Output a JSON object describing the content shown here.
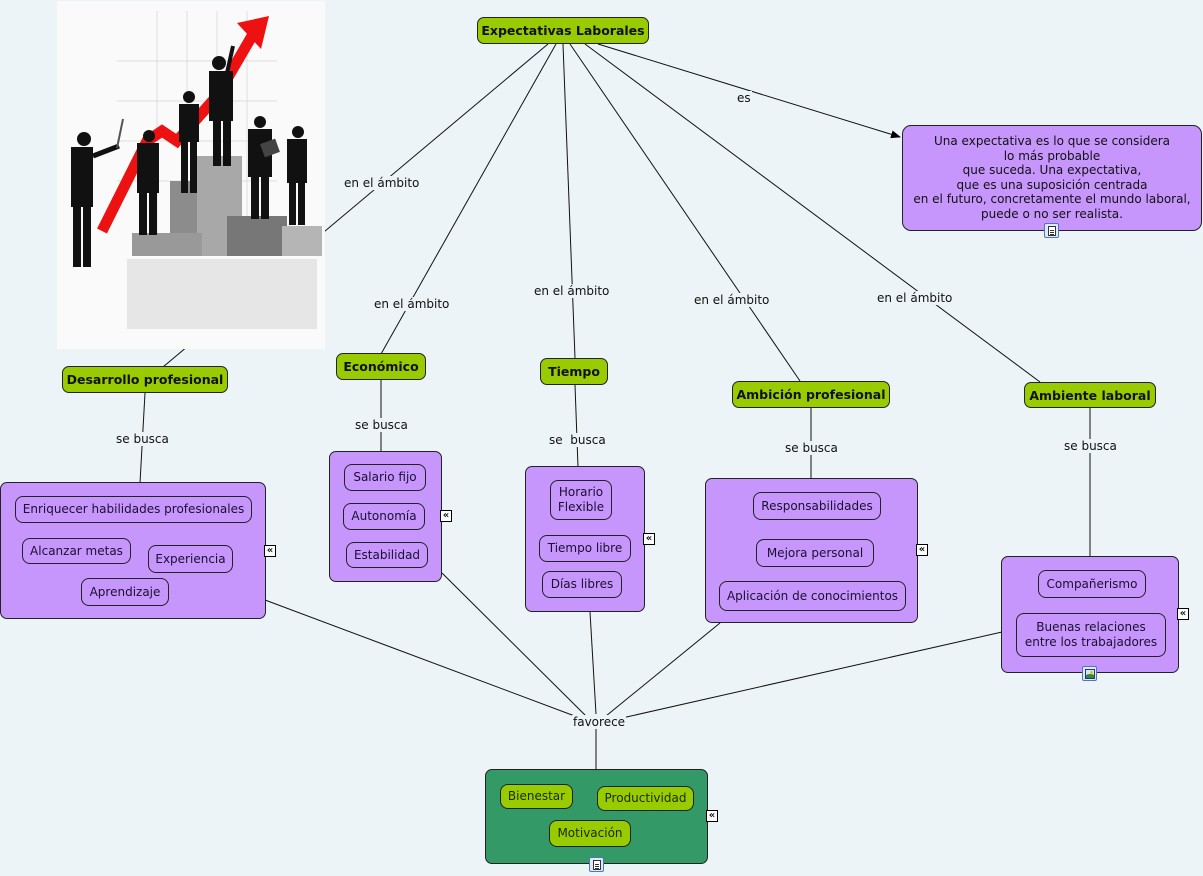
{
  "root": {
    "label": "Expectativas Laborales"
  },
  "definition": {
    "link_label": "es",
    "lines": [
      "Una expectativa es lo que se considera",
      "lo más probable",
      "que suceda. Una expectativa,",
      "que es una suposición centrada",
      "en el futuro, concretamente el mundo laboral,",
      "puede o no ser realista."
    ],
    "resource_icon": "document-icon"
  },
  "image_resource": {
    "description": "business people silhouettes with rising red arrow"
  },
  "scope_link_label": "en el ámbito",
  "search_link_label": "se busca",
  "domains": [
    {
      "label": "Desarrollo profesional",
      "search_label": "se busca",
      "items": [
        "Enriquecer habilidades profesionales",
        "Alcanzar metas",
        "Experiencia",
        "Aprendizaje"
      ]
    },
    {
      "label": "Económico",
      "search_label": "se busca",
      "items": [
        "Salario fijo",
        "Autonomía",
        "Estabilidad"
      ]
    },
    {
      "label": "Tiempo",
      "search_label": "se  busca",
      "items": [
        "Horario\nFlexible",
        "Tiempo libre",
        "Días libres"
      ]
    },
    {
      "label": "Ambición profesional",
      "search_label": "se busca",
      "items": [
        "Responsabilidades",
        "Mejora personal",
        "Aplicación de conocimientos"
      ]
    },
    {
      "label": "Ambiente laboral",
      "search_label": "se busca",
      "items": [
        "Compañerismo",
        "Buenas relaciones\nentre los trabajadores"
      ],
      "resource_icon": "image-icon"
    }
  ],
  "outcome": {
    "link_label": "favorece",
    "items": [
      "Bienestar",
      "Productividad",
      "Motivación"
    ],
    "resource_icon": "document-icon"
  },
  "collapse_glyph": "«",
  "colors": {
    "background": "#edf4f7",
    "concept_green": "#99cc00",
    "group_purple": "#c796fd",
    "outcome_green": "#339966"
  }
}
